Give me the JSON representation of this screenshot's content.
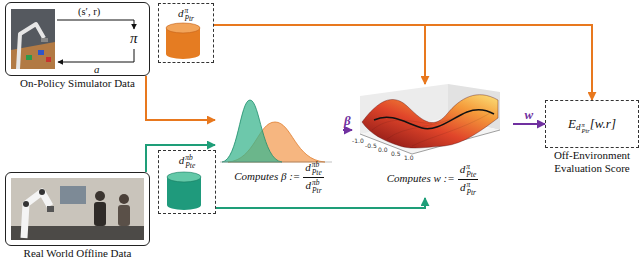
{
  "diagram": {
    "nodes": [
      {
        "text": [
          "π",
          "On-Policy Simulator Data"
        ]
      },
      {
        "text": [
          "d",
          "π",
          "Ptr"
        ]
      },
      {
        "text": [
          "Real World Offline Data"
        ]
      },
      {
        "text": [
          "d",
          "πb",
          "Pte"
        ]
      },
      {
        "text": [
          "Computes β :=",
          "d",
          "πb",
          "Pte",
          "d",
          "πb",
          "Ptr"
        ]
      },
      {
        "text": [
          "Computes w :=",
          "d",
          "π",
          "Pte",
          "d",
          "π",
          "Ptr"
        ]
      },
      {
        "text": [
          "E",
          "d",
          "π",
          "Ptr",
          "[w.r]",
          "Off-Environment Evaluation Score"
        ]
      }
    ],
    "edges": [
      {
        "from": 0,
        "to": 4,
        "arrow": "to"
      },
      {
        "from": 2,
        "to": 4,
        "arrow": "to"
      },
      {
        "from": 1,
        "to": 5,
        "arrow": "to"
      },
      {
        "from": 1,
        "to": 6,
        "arrow": "to"
      },
      {
        "from": 3,
        "to": 5,
        "arrow": "to"
      },
      {
        "from": 4,
        "to": 5,
        "label": "β",
        "arrow": "to"
      },
      {
        "from": 5,
        "to": 6,
        "label": "w",
        "arrow": "to"
      }
    ],
    "labels": [
      "(s′, r)",
      "a",
      "-1.0",
      "-0.5",
      "0.0",
      "0.5",
      "1.0"
    ]
  }
}
